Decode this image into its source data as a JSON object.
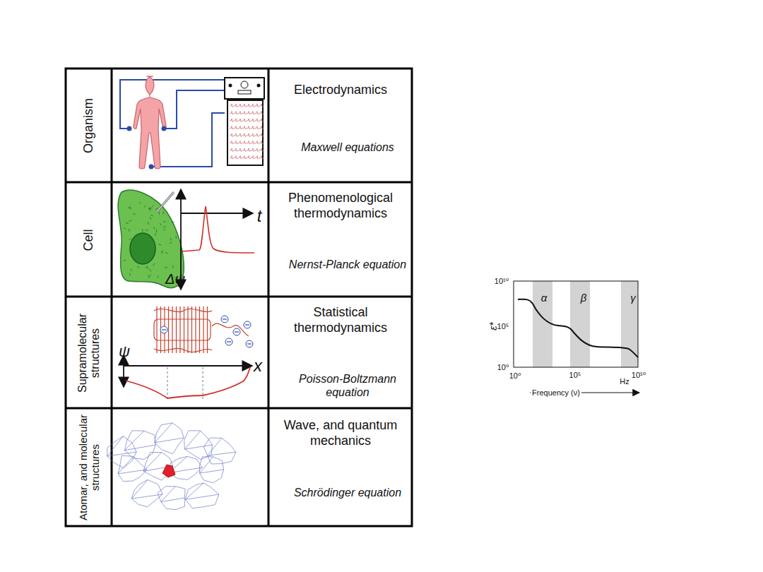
{
  "diagram": {
    "nodes": [
      {
        "text": [
          "Organism"
        ]
      },
      {
        "text": [
          "Electrodynamics",
          "Maxwell equations"
        ]
      },
      {
        "text": [
          "Cell"
        ]
      },
      {
        "text": [
          "Phenomenological thermodynamics",
          "Nernst-Planck equation"
        ]
      },
      {
        "text": [
          "Supramolecular structures"
        ]
      },
      {
        "text": [
          "Statistical thermodynamics",
          "Poisson-Boltzmann equation"
        ]
      },
      {
        "text": [
          "Atomar, and molecular structures"
        ]
      },
      {
        "text": [
          "Wave, and quantum mechanics",
          "Schrödinger equation"
        ]
      }
    ],
    "labels": [
      "t",
      "Δψ",
      "ψ",
      "x",
      "10¹⁰",
      "10⁵",
      "10⁰",
      "10⁰",
      "10⁵",
      "10¹⁰",
      "Hz",
      "ε*",
      "Frequency (ν)",
      "α",
      "β",
      "γ"
    ]
  }
}
